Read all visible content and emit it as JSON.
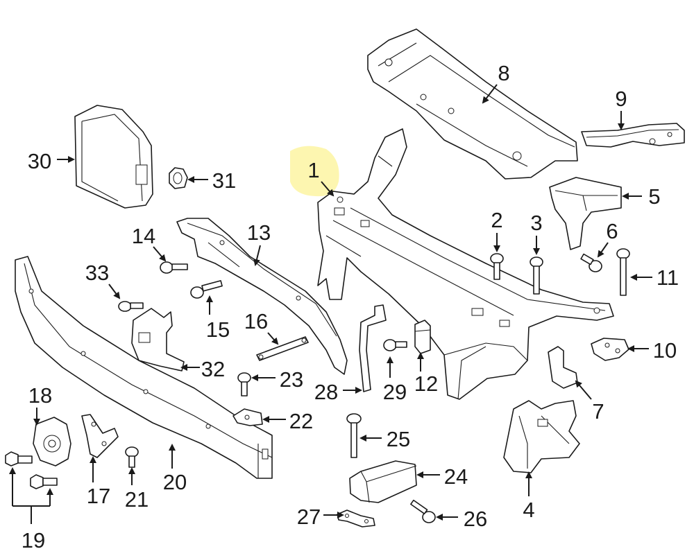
{
  "highlight_color": "#fdf6b0",
  "callouts": {
    "1": "1",
    "2": "2",
    "3": "3",
    "4": "4",
    "5": "5",
    "6": "6",
    "7": "7",
    "8": "8",
    "9": "9",
    "10": "10",
    "11": "11",
    "12": "12",
    "13": "13",
    "14": "14",
    "15": "15",
    "16": "16",
    "17": "17",
    "18": "18",
    "19": "19",
    "20": "20",
    "21": "21",
    "22": "22",
    "23": "23",
    "24": "24",
    "25": "25",
    "26": "26",
    "27": "27",
    "28": "28",
    "29": "29",
    "30": "30",
    "31": "31",
    "32": "32",
    "33": "33"
  }
}
